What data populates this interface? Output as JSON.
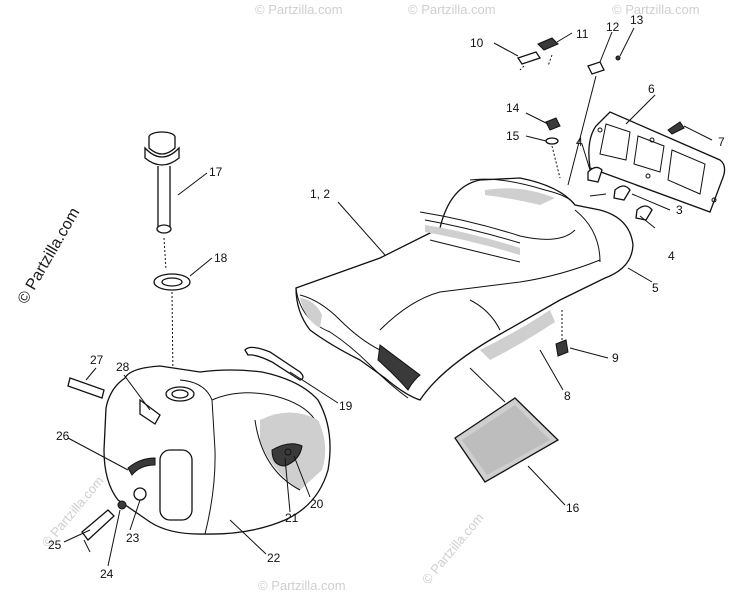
{
  "watermark": "© Partzilla.com",
  "callouts": [
    {
      "id": "c1-2",
      "text": "1, 2"
    },
    {
      "id": "c3",
      "text": "3"
    },
    {
      "id": "c4a",
      "text": "4"
    },
    {
      "id": "c4b",
      "text": "4"
    },
    {
      "id": "c5",
      "text": "5"
    },
    {
      "id": "c6",
      "text": "6"
    },
    {
      "id": "c7",
      "text": "7"
    },
    {
      "id": "c8",
      "text": "8"
    },
    {
      "id": "c9",
      "text": "9"
    },
    {
      "id": "c10",
      "text": "10"
    },
    {
      "id": "c11",
      "text": "11"
    },
    {
      "id": "c12",
      "text": "12"
    },
    {
      "id": "c13",
      "text": "13"
    },
    {
      "id": "c14",
      "text": "14"
    },
    {
      "id": "c15",
      "text": "15"
    },
    {
      "id": "c16",
      "text": "16"
    },
    {
      "id": "c17",
      "text": "17"
    },
    {
      "id": "c18",
      "text": "18"
    },
    {
      "id": "c19",
      "text": "19"
    },
    {
      "id": "c20",
      "text": "20"
    },
    {
      "id": "c21",
      "text": "21"
    },
    {
      "id": "c22",
      "text": "22"
    },
    {
      "id": "c23",
      "text": "23"
    },
    {
      "id": "c24",
      "text": "24"
    },
    {
      "id": "c25",
      "text": "25"
    },
    {
      "id": "c26",
      "text": "26"
    },
    {
      "id": "c27",
      "text": "27"
    },
    {
      "id": "c28",
      "text": "28"
    }
  ]
}
